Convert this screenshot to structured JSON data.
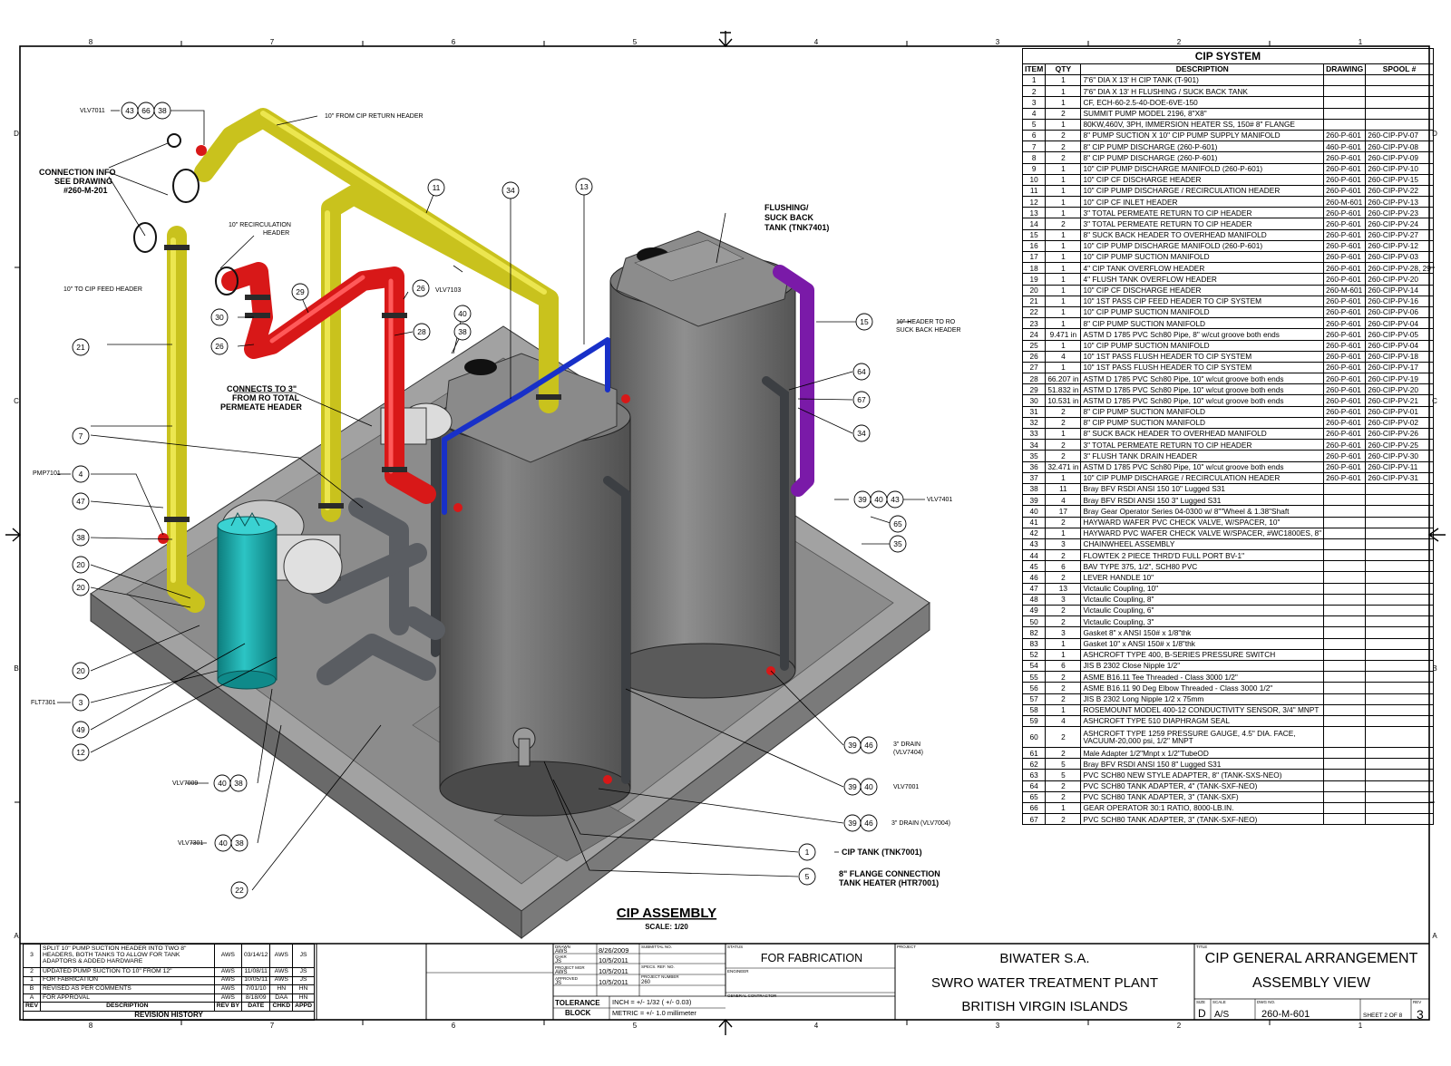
{
  "border": {
    "top_numbers": [
      "8",
      "7",
      "6",
      "5",
      "4",
      "3",
      "2",
      "1"
    ],
    "bottom_numbers": [
      "8",
      "7",
      "6",
      "5",
      "4",
      "3",
      "2",
      "1"
    ],
    "side_letters": [
      "D",
      "C",
      "B",
      "A"
    ]
  },
  "drawing": {
    "title": "CIP ASSEMBLY",
    "scale": "SCALE: 1/20",
    "connection_info": [
      "CONNECTION INFO",
      "SEE DRAWING",
      "#260-M-201"
    ],
    "connects_to": [
      "CONNECTS TO 3\"",
      "FROM RO TOTAL",
      "PERMEATE HEADER"
    ],
    "flushing_tank": [
      "FLUSHING/",
      "SUCK BACK",
      "TANK (TNK7401)"
    ],
    "notes": {
      "cip_return": "10\" FROM CIP RETURN HEADER",
      "recirc": [
        "10\" RECIRCULATION",
        "HEADER"
      ],
      "cip_feed": "10\" TO CIP FEED HEADER",
      "ro_header": [
        "10\" HEADER TO RO",
        "SUCK BACK HEADER"
      ],
      "drain1": [
        "3\" DRAIN",
        "(VLV7404)"
      ],
      "drain2": "3\" DRAIN (VLV7004)",
      "cip_tank": "CIP TANK (TNK7001)",
      "flange": [
        "8\" FLANGE CONNECTION",
        "TANK HEATER (HTR7001)"
      ]
    },
    "tags": {
      "vlv7011": "VLV7011",
      "vlv7103": "VLV7103",
      "pmp7101": "PMP7101",
      "flt7301": "FLT7301",
      "vlv7009": "VLV7009",
      "vlv7301": "VLV7301",
      "vlv7401": "VLV7401",
      "vlv7001": "VLV7001"
    },
    "bubbles": {
      "b43a": "43",
      "b66": "66",
      "b38a": "38",
      "b11": "11",
      "b34a": "34",
      "b13": "13",
      "b29": "29",
      "b30": "30",
      "b26a": "26",
      "b26b": "26",
      "b28": "28",
      "b40a": "40",
      "b38b": "38",
      "b21": "21",
      "b7": "7",
      "b4": "4",
      "b47": "47",
      "b38c": "38",
      "b20a": "20",
      "b20b": "20",
      "b20c": "20",
      "b3": "3",
      "b49": "49",
      "b12": "12",
      "b40b": "40",
      "b38d": "38",
      "b40c": "40",
      "b38e": "38",
      "b22": "22",
      "b15": "15",
      "b64": "64",
      "b67": "67",
      "b34b": "34",
      "b39a": "39",
      "b40d": "40",
      "b43b": "43",
      "b65": "65",
      "b35": "35",
      "b39b": "39",
      "b46a": "46",
      "b39c": "39",
      "b40e": "40",
      "b39d": "39",
      "b46b": "46",
      "b1": "1",
      "b5": "5"
    }
  },
  "bom": {
    "title": "CIP SYSTEM",
    "headers": [
      "ITEM",
      "QTY",
      "DESCRIPTION",
      "DRAWING",
      "SPOOL #"
    ],
    "rows": [
      [
        "1",
        "1",
        "7'6\" DIA X 13' H CIP TANK (T-901)",
        "",
        ""
      ],
      [
        "2",
        "1",
        "7'6\" DIA X 13' H FLUSHING / SUCK BACK TANK",
        "",
        ""
      ],
      [
        "3",
        "1",
        "CF, ECH-60-2.5-40-DOE-6VE-150",
        "",
        ""
      ],
      [
        "4",
        "2",
        "SUMMIT PUMP MODEL 2196, 8\"X8\"",
        "",
        ""
      ],
      [
        "5",
        "1",
        "80KW,460V, 3PH, IMMERSION HEATER SS, 150# 8\" FLANGE",
        "",
        ""
      ],
      [
        "6",
        "2",
        "8\" PUMP SUCTION X 10\" CIP PUMP SUPPLY MANIFOLD",
        "260-P-601",
        "260-CIP-PV-07"
      ],
      [
        "7",
        "2",
        "8\" CIP PUMP DISCHARGE (260-P-601)",
        "460-P-601",
        "260-CIP-PV-08"
      ],
      [
        "8",
        "2",
        "8\" CIP PUMP DISCHARGE (260-P-601)",
        "260-P-601",
        "260-CIP-PV-09"
      ],
      [
        "9",
        "1",
        "10\" CIP PUMP DISCHARGE MANIFOLD (260-P-601)",
        "260-P-601",
        "260-CIP-PV-10"
      ],
      [
        "10",
        "1",
        "10\" CIP CF DISCHARGE HEADER",
        "260-P-601",
        "260-CIP-PV-15"
      ],
      [
        "11",
        "1",
        "10\" CIP PUMP DISCHARGE / RECIRCULATION HEADER",
        "260-P-601",
        "260-CIP-PV-22"
      ],
      [
        "12",
        "1",
        "10\" CIP CF INLET HEADER",
        "260-M-601",
        "260-CIP-PV-13"
      ],
      [
        "13",
        "1",
        "3\" TOTAL PERMEATE RETURN TO CIP HEADER",
        "260-P-601",
        "260-CIP-PV-23"
      ],
      [
        "14",
        "2",
        "3\" TOTAL PERMEATE RETURN TO CIP HEADER",
        "260-P-601",
        "260-CIP-PV-24"
      ],
      [
        "15",
        "1",
        "8\" SUCK BACK HEADER TO OVERHEAD MANIFOLD",
        "260-P-601",
        "260-CIP-PV-27"
      ],
      [
        "16",
        "1",
        "10\" CIP PUMP DISCHARGE MANIFOLD (260-P-601)",
        "260-P-601",
        "260-CIP-PV-12"
      ],
      [
        "17",
        "1",
        "10\" CIP PUMP SUCTION MANIFOLD",
        "260-P-601",
        "260-CIP-PV-03"
      ],
      [
        "18",
        "1",
        "4\" CIP TANK OVERFLOW HEADER",
        "260-P-601",
        "260-CIP-PV-28, 29"
      ],
      [
        "19",
        "1",
        "4\" FLUSH TANK OVERFLOW HEADER",
        "260-P-601",
        "260-CIP-PV-20"
      ],
      [
        "20",
        "1",
        "10\" CIP CF DISCHARGE HEADER",
        "260-M-601",
        "260-CIP-PV-14"
      ],
      [
        "21",
        "1",
        "10\" 1ST PASS CIP FEED HEADER TO CIP SYSTEM",
        "260-P-601",
        "260-CIP-PV-16"
      ],
      [
        "22",
        "1",
        "10\" CIP PUMP SUCTION MANIFOLD",
        "260-P-601",
        "260-CIP-PV-06"
      ],
      [
        "23",
        "1",
        "8\" CIP PUMP SUCTION MANIFOLD",
        "260-P-601",
        "260-CIP-PV-04"
      ],
      [
        "24",
        "9.471 in",
        "ASTM D 1785 PVC Sch80 Pipe, 8\" w/cut groove both ends",
        "260-P-601",
        "260-CIP-PV-05"
      ],
      [
        "25",
        "1",
        "10\" CIP PUMP SUCTION MANIFOLD",
        "260-P-601",
        "260-CIP-PV-04"
      ],
      [
        "26",
        "4",
        "10\" 1ST PASS FLUSH HEADER TO CIP SYSTEM",
        "260-P-601",
        "260-CIP-PV-18"
      ],
      [
        "27",
        "1",
        "10\" 1ST PASS FLUSH HEADER TO CIP SYSTEM",
        "260-P-601",
        "260-CIP-PV-17"
      ],
      [
        "28",
        "66.207 in",
        "ASTM D 1785 PVC Sch80 Pipe, 10\" w/cut groove both ends",
        "260-P-601",
        "260-CIP-PV-19"
      ],
      [
        "29",
        "51.832 in",
        "ASTM D 1785 PVC Sch80 Pipe, 10\" w/cut groove both ends",
        "260-P-601",
        "260-CIP-PV-20"
      ],
      [
        "30",
        "10.531 in",
        "ASTM D 1785 PVC Sch80 Pipe, 10\" w/cut groove both ends",
        "260-P-601",
        "260-CIP-PV-21"
      ],
      [
        "31",
        "2",
        "8\" CIP PUMP SUCTION MANIFOLD",
        "260-P-601",
        "260-CIP-PV-01"
      ],
      [
        "32",
        "2",
        "8\" CIP PUMP SUCTION MANIFOLD",
        "260-P-601",
        "260-CIP-PV-02"
      ],
      [
        "33",
        "1",
        "8\" SUCK BACK HEADER TO OVERHEAD MANIFOLD",
        "260-P-601",
        "260-CIP-PV-26"
      ],
      [
        "34",
        "2",
        "3\" TOTAL PERMEATE RETURN TO CIP HEADER",
        "260-P-601",
        "260-CIP-PV-25"
      ],
      [
        "35",
        "2",
        "3\" FLUSH TANK DRAIN HEADER",
        "260-P-601",
        "260-CIP-PV-30"
      ],
      [
        "36",
        "32.471 in",
        "ASTM D 1785 PVC Sch80 Pipe, 10\" w/cut groove both ends",
        "260-P-601",
        "260-CIP-PV-11"
      ],
      [
        "37",
        "1",
        "10\" CIP PUMP DISCHARGE / RECIRCULATION HEADER",
        "260-P-601",
        "260-CIP-PV-31"
      ],
      [
        "38",
        "11",
        "Bray BFV RSDI ANSI 150 10\" Lugged S31",
        "",
        ""
      ],
      [
        "39",
        "4",
        "Bray BFV RSDI ANSI 150 3\" Lugged S31",
        "",
        ""
      ],
      [
        "40",
        "17",
        "Bray Gear Operator Series 04-0300 w/ 8\"\"Wheel & 1.38\"Shaft",
        "",
        ""
      ],
      [
        "41",
        "2",
        "HAYWARD WAFER PVC CHECK VALVE, W/SPACER, 10\"",
        "",
        ""
      ],
      [
        "42",
        "1",
        "HAYWARD PVC WAFER CHECK VALVE W/SPACER, #WC1800ES, 8\"",
        "",
        ""
      ],
      [
        "43",
        "3",
        "CHAINWHEEL ASSEMBLY",
        "",
        ""
      ],
      [
        "44",
        "2",
        "FLOWTEK 2 PIECE THRD'D FULL PORT BV-1\"",
        "",
        ""
      ],
      [
        "45",
        "6",
        "BAV TYPE 375, 1/2\", SCH80 PVC",
        "",
        ""
      ],
      [
        "46",
        "2",
        "LEVER HANDLE 10\"",
        "",
        ""
      ],
      [
        "47",
        "13",
        "Victaulic Coupling, 10\"",
        "",
        ""
      ],
      [
        "48",
        "3",
        "Victaulic Coupling, 8\"",
        "",
        ""
      ],
      [
        "49",
        "2",
        "Victaulic Coupling, 6\"",
        "",
        ""
      ],
      [
        "50",
        "2",
        "Victaulic Coupling, 3\"",
        "",
        ""
      ],
      [
        "82",
        "3",
        "Gasket 8\" x ANSI 150# x 1/8\"thk",
        "",
        ""
      ],
      [
        "83",
        "1",
        "Gasket 10\" x ANSI 150# x 1/8\"thk",
        "",
        ""
      ],
      [
        "52",
        "1",
        "ASHCROFT TYPE 400, B-SERIES PRESSURE SWITCH",
        "",
        ""
      ],
      [
        "54",
        "6",
        "JIS B 2302 Close Nipple 1/2\"",
        "",
        ""
      ],
      [
        "55",
        "2",
        "ASME B16.11 Tee Threaded - Class 3000 1/2\"",
        "",
        ""
      ],
      [
        "56",
        "2",
        "ASME B16.11 90 Deg Elbow Threaded - Class 3000 1/2\"",
        "",
        ""
      ],
      [
        "57",
        "2",
        "JIS B 2302 Long Nipple 1/2 x 75mm",
        "",
        ""
      ],
      [
        "58",
        "1",
        "ROSEMOUNT MODEL 400-12 CONDUCTIVITY SENSOR, 3/4\" MNPT",
        "",
        ""
      ],
      [
        "59",
        "4",
        "ASHCROFT TYPE 510 DIAPHRAGM SEAL",
        "",
        ""
      ],
      [
        "60",
        "2",
        "ASHCROFT TYPE 1259 PRESSURE GAUGE, 4.5\" DIA. FACE, VACUUM-20,000 psi, 1/2\" MNPT",
        "",
        ""
      ],
      [
        "61",
        "2",
        "Male Adapter 1/2\"Mnpt x 1/2\"TubeOD",
        "",
        ""
      ],
      [
        "62",
        "5",
        "Bray BFV RSDI ANSI 150 8\" Lugged S31",
        "",
        ""
      ],
      [
        "63",
        "5",
        "PVC SCH80 NEW STYLE ADAPTER, 8\" (TANK-SXS-NEO)",
        "",
        ""
      ],
      [
        "64",
        "2",
        "PVC SCH80 TANK ADAPTER, 4\" (TANK-SXF-NEO)",
        "",
        ""
      ],
      [
        "65",
        "2",
        "PVC SCH80 TANK ADAPTER, 3\" (TANK-SXF)",
        "",
        ""
      ],
      [
        "66",
        "1",
        "GEAR OPERATOR 30:1 RATIO, 8000-LB.IN.",
        "",
        ""
      ],
      [
        "67",
        "2",
        "PVC SCH80 TANK ADAPTER, 3\" (TANK-SXF-NEO)",
        "",
        ""
      ]
    ]
  },
  "revisions": {
    "rows": [
      [
        "3",
        "SPLIT 10\" PUMP SUCTION HEADER INTO TWO 8\" HEADERS, BOTH TANKS TO ALLOW FOR TANK ADAPTORS & ADDED HARDWARE",
        "AWS",
        "03/14/12",
        "AWS",
        "JS"
      ],
      [
        "2",
        "UPDATED PUMP SUCTION TO 10\" FROM 12\"",
        "AWS",
        "11/08/11",
        "AWS",
        "JS"
      ],
      [
        "1",
        "FOR FABRICATION",
        "AWS",
        "10/05/11",
        "AWS",
        "JS"
      ],
      [
        "B",
        "REVISED AS PER COMMENTS",
        "AWS",
        "7/01/10",
        "HN",
        "HN"
      ],
      [
        "A",
        "FOR APPROVAL",
        "AWS",
        "8/18/09",
        "DAA",
        "HN"
      ]
    ],
    "headers": [
      "REV",
      "DESCRIPTION",
      "REV BY",
      "DATE",
      "CHKD",
      "APPD"
    ],
    "footer": "REVISION HISTORY"
  },
  "title_block": {
    "drawn_label": "DRAWN",
    "drawn_by": "AWS",
    "drawn_date": "8/26/2009",
    "check_label": "CHKR",
    "check_by": "JS",
    "check_date": "10/5/2011",
    "pm_label": "PROJECT MGR",
    "pm_by": "AWS",
    "pm_date": "10/5/2011",
    "approved_label": "APPROVED",
    "approved_by": "JS",
    "approved_date": "10/5/2011",
    "submittal_label": "SUBMITTAL NO.",
    "spec_label": "SPECS. REF. NO.",
    "project_number_label": "PROJECT NUMBER",
    "project_number": "260",
    "tolerance": "TOLERANCE",
    "block": "BLOCK",
    "tol_inch": "INCH = +/- 1/32 ( +/- 0.03)",
    "tol_metric": "METRIC = +/- 1.0 millimeter",
    "status_label": "STATUS",
    "status": "FOR FABRICATION",
    "engineer_label": "ENGINEER",
    "gc_label": "GENERAL CONTRACTOR",
    "project_label": "PROJECT",
    "project_lines": [
      "BIWATER S.A.",
      "SWRO WATER TREATMENT PLANT",
      "BRITISH VIRGIN ISLANDS"
    ],
    "title_label": "TITLE",
    "title_lines": [
      "CIP GENERAL ARRANGEMENT",
      "ASSEMBLY VIEW"
    ],
    "size_label": "SIZE",
    "size": "D",
    "scale_label": "SCALE",
    "scale": "A/S",
    "dwg_label": "DWG NO.",
    "dwg_no": "260-M-601",
    "sheet_text": "SHEET 2  OF 8",
    "rev_label": "REV",
    "rev": "3"
  },
  "colors": {
    "yellow_pipe": "#c9c21d",
    "red_pipe": "#d81818",
    "blue_pipe": "#1830c8",
    "purple_pipe": "#7a1aa8",
    "tank_gray": "#6d6d6d",
    "pad_gray": "#8a8a8a",
    "filter_teal": "#1aa6a6"
  }
}
